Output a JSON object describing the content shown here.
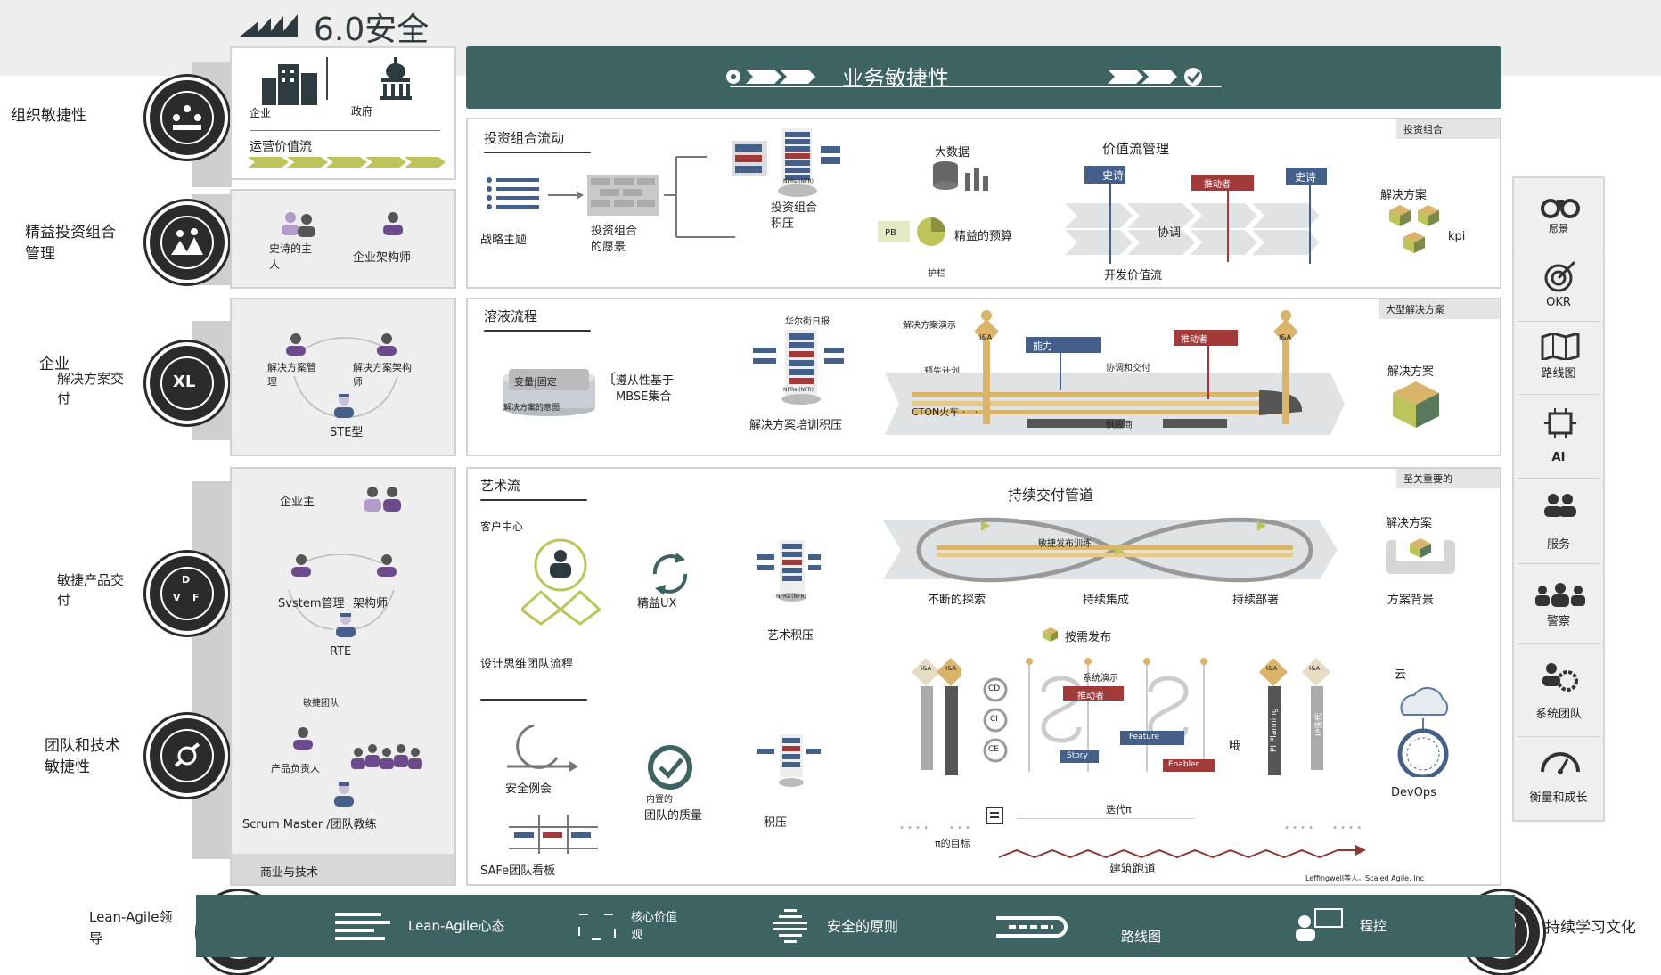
{
  "header": {
    "title": "6.0安全"
  },
  "left_labels": {
    "org_agility": "组织敏捷性",
    "lean_portfolio_1": "精益投资组合",
    "lean_portfolio_2": "管理",
    "enterprise_1": "企业",
    "enterprise_2": "解决方案交",
    "enterprise_3": "付",
    "agile_product_1": "敏捷产品交",
    "agile_product_2": "付",
    "team_tech_1": "团队和技术",
    "team_tech_2": "敏捷性",
    "lean_agile_1": "Lean-Agile领",
    "lean_agile_2": "导"
  },
  "org_panel": {
    "enterprise": "企业",
    "government": "政府",
    "value_stream": "运营价值流"
  },
  "lpm_panel": {
    "epic_owner_1": "史诗的主",
    "epic_owner_2": "人",
    "enterprise_architect": "企业架构师"
  },
  "solution_panel": {
    "sol_mgmt_1": "解决方案管",
    "sol_mgmt_2": "理",
    "sol_arch_1": "解决方案架构",
    "sol_arch_2": "师",
    "ste": "STE型"
  },
  "art_panel": {
    "business_owner": "企业主",
    "system_mgmt": "Svstem管理",
    "architect": "架构师",
    "rte": "RTE",
    "agile_team": "敏捷团队",
    "product_owner": "产品负责人",
    "scrum_master": "Scrum Master /团队教练",
    "business_tech": "商业与技术"
  },
  "business_agility": {
    "label": "业务敏捷性"
  },
  "portfolio": {
    "tag": "投资组合",
    "flow": "投资组合流动",
    "strategic_themes": "战略主题",
    "vision_1": "投资组合",
    "vision_2": "的愿景",
    "backlog_1": "投资组合",
    "backlog_2": "积压",
    "big_data": "大数据",
    "pb": "PB",
    "lean_budget": "精益的预算",
    "guardrails": "护栏",
    "vsm": "价值流管理",
    "epic1": "史诗",
    "enabler": "推动者",
    "epic2": "史诗",
    "coordinate": "协调",
    "dev_value_stream": "开发价值流",
    "solution": "解决方案",
    "kpi": "kpi",
    "nfrs": "NFRs (NFR)"
  },
  "large_solution": {
    "tag": "大型解决方案",
    "flow": "溶液流程",
    "variable_fixed": "变量|固定",
    "solution_intent": "解决方案的意图",
    "compliance_1": "遵从性基于",
    "compliance_2": "MBSE集合",
    "wsj": "华尔街日报",
    "nfrs": "NFRs (NFR)",
    "training_backlog": "解决方案培训积压",
    "solution_demo": "解决方案演示",
    "capability": "能力",
    "enabler": "推动者",
    "pre_plan": "预先计划",
    "coordinate_deliver": "协调和交付",
    "cton": "CTON火车 · · ·",
    "supplier": "供应商",
    "solution": "解决方案",
    "ia": "I&A"
  },
  "essential": {
    "tag": "至关重要的",
    "art_flow": "艺术流",
    "customer_center": "客户中心",
    "lean_ux": "精益UX",
    "art_backlog": "艺术积压",
    "design_thinking": "设计思维团队流程",
    "cd_pipeline": "持续交付管道",
    "agile_release_train": "敏捷发布训练",
    "explore": "不断的探索",
    "integrate": "持续集成",
    "deploy": "持续部署",
    "solution": "解决方案",
    "solution_context": "方案背景",
    "release_on_demand": "按需发布",
    "system_demo": "系统演示",
    "enabler": "推动者",
    "feature": "Feature",
    "story": "Story",
    "enabler_en": "Enabler",
    "oh": "哦",
    "iteration": "迭代π",
    "pi_objectives": "π的目标",
    "architectural_runway": "建筑跑道",
    "cloud": "云",
    "devops": "DevOps",
    "security_meeting": "安全例会",
    "built_in_1": "内置的",
    "built_in_2": "团队的质量",
    "backlog": "积压",
    "safe_kanban": "SAFe团队看板",
    "pi_planning": "PI Planning",
    "ip": "IP迭代",
    "cd": "CD",
    "ci": "CI",
    "ce": "CE",
    "ia": "I&A",
    "credit": "Leffingwell等人。Scaled Agile, Inc",
    "nfrs": "NFRs (NFR)"
  },
  "sidebar": {
    "items": [
      "愿景",
      "OKR",
      "路线图",
      "AI",
      "服务",
      "警察",
      "系统团队",
      "衡量和成长"
    ]
  },
  "bottom": {
    "mindset": "Lean-Agile心态",
    "core_values_1": "核心价值",
    "core_values_2": "观",
    "principles": "安全的原则",
    "roadmap": "路线图",
    "program": "程控",
    "continuous_learning": "持续学习文化"
  },
  "colors": {
    "teal": "#3d6362",
    "navy": "#445f8a",
    "red": "#a23a3a",
    "olive": "#bcc45a",
    "purple": "#6c4a8c",
    "gold": "#d9b46a"
  }
}
